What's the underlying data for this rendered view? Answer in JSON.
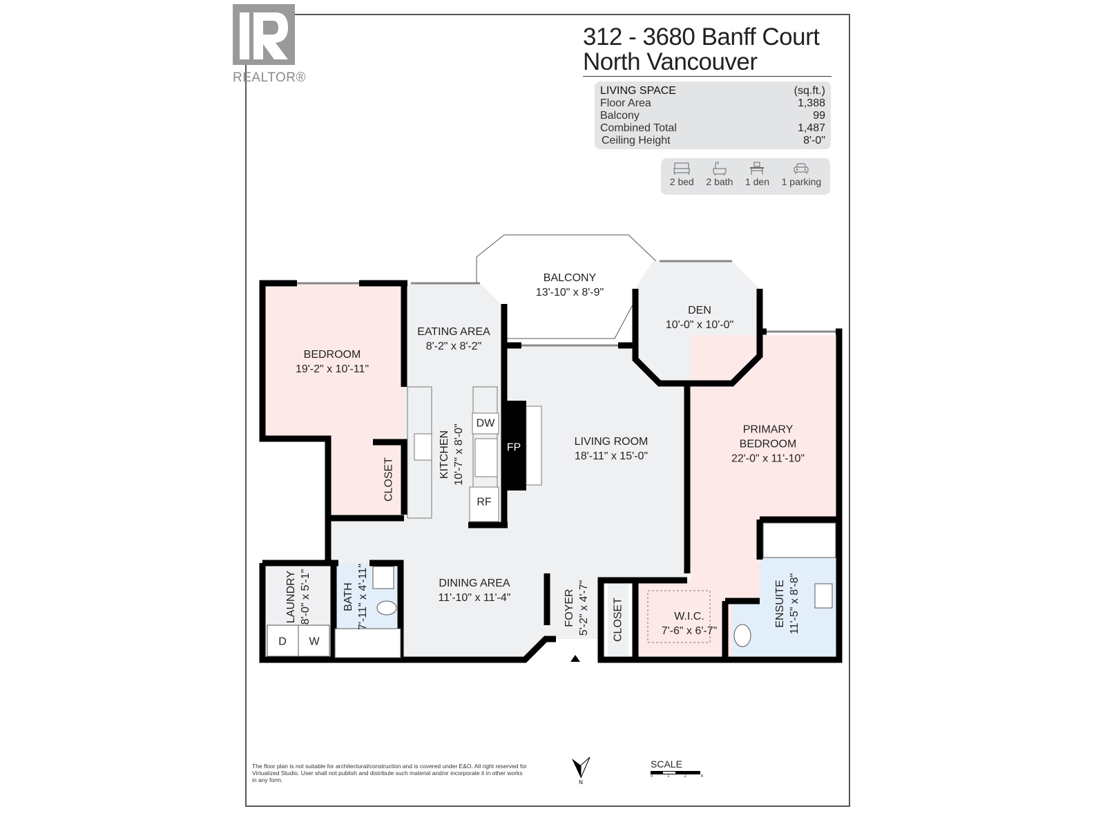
{
  "logo": {
    "brand": "REALTOR®"
  },
  "header": {
    "address_line1": "312 - 3680 Banff Court",
    "address_line2": "North Vancouver"
  },
  "living_space": {
    "heading": "LIVING SPACE",
    "unit": "(sq.ft.)",
    "rows": [
      {
        "label": "Floor Area",
        "value": "1,388"
      },
      {
        "label": "Balcony",
        "value": "99"
      },
      {
        "label": "Combined Total",
        "value": "1,487"
      },
      {
        "label": "Ceiling Height",
        "value": "8'-0\""
      }
    ]
  },
  "features": [
    {
      "icon": "bed-icon",
      "label": "2 bed"
    },
    {
      "icon": "bathtub-icon",
      "label": "2 bath"
    },
    {
      "icon": "desk-icon",
      "label": "1 den"
    },
    {
      "icon": "car-icon",
      "label": "1 parking"
    }
  ],
  "rooms": {
    "bedroom": {
      "name": "BEDROOM",
      "dims": "19'-2\" x 10'-11\""
    },
    "eating_area": {
      "name": "EATING AREA",
      "dims": "8'-2\" x 8'-2\""
    },
    "balcony": {
      "name": "BALCONY",
      "dims": "13'-10\" x 8'-9\""
    },
    "den": {
      "name": "DEN",
      "dims": "10'-0\" x 10'-0\""
    },
    "kitchen": {
      "name": "KITCHEN",
      "dims": "10'-7\" x 8'-0\""
    },
    "living_room": {
      "name": "LIVING ROOM",
      "dims": "18'-11\" x 15'-0\""
    },
    "primary_bedroom": {
      "name1": "PRIMARY",
      "name2": "BEDROOM",
      "dims": "22'-0\" x 11'-10\""
    },
    "closet_bedroom": {
      "name": "CLOSET"
    },
    "laundry": {
      "name": "LAUNDRY",
      "dims": "8'-0\" x 5'-1\""
    },
    "bath": {
      "name": "BATH",
      "dims": "7'-11\" x 4'-11\""
    },
    "dining_area": {
      "name": "DINING AREA",
      "dims": "11'-10\" x 11'-4\""
    },
    "foyer": {
      "name": "FOYER",
      "dims": "5'-2\" x 4'-7\""
    },
    "closet_foyer": {
      "name": "CLOSET"
    },
    "wic": {
      "name": "W.I.C.",
      "dims": "7'-6\" x 6'-7\""
    },
    "ensuite": {
      "name": "ENSUITE",
      "dims": "11'-5\" x 8'-8\""
    }
  },
  "fixtures": {
    "dishwasher": "DW",
    "fireplace": "FP",
    "fridge": "RF",
    "dryer": "D",
    "washer": "W"
  },
  "footer": {
    "disclaimer": "The floor plan is not suitable for architectural/construction and is covered under E&O. All right reserved for Virtualized Studio. User shall not publish and distribute such material and/or incorporate it in other works in any form.",
    "north_label": "N",
    "scale_label": "SCALE",
    "scale_ticks": [
      "0",
      "1",
      "2",
      "4"
    ]
  },
  "colors": {
    "bedroom_fill": "#fdeae8",
    "common_fill": "#eef0f2",
    "bath_fill": "#e2eef9",
    "wall": "#000000"
  }
}
